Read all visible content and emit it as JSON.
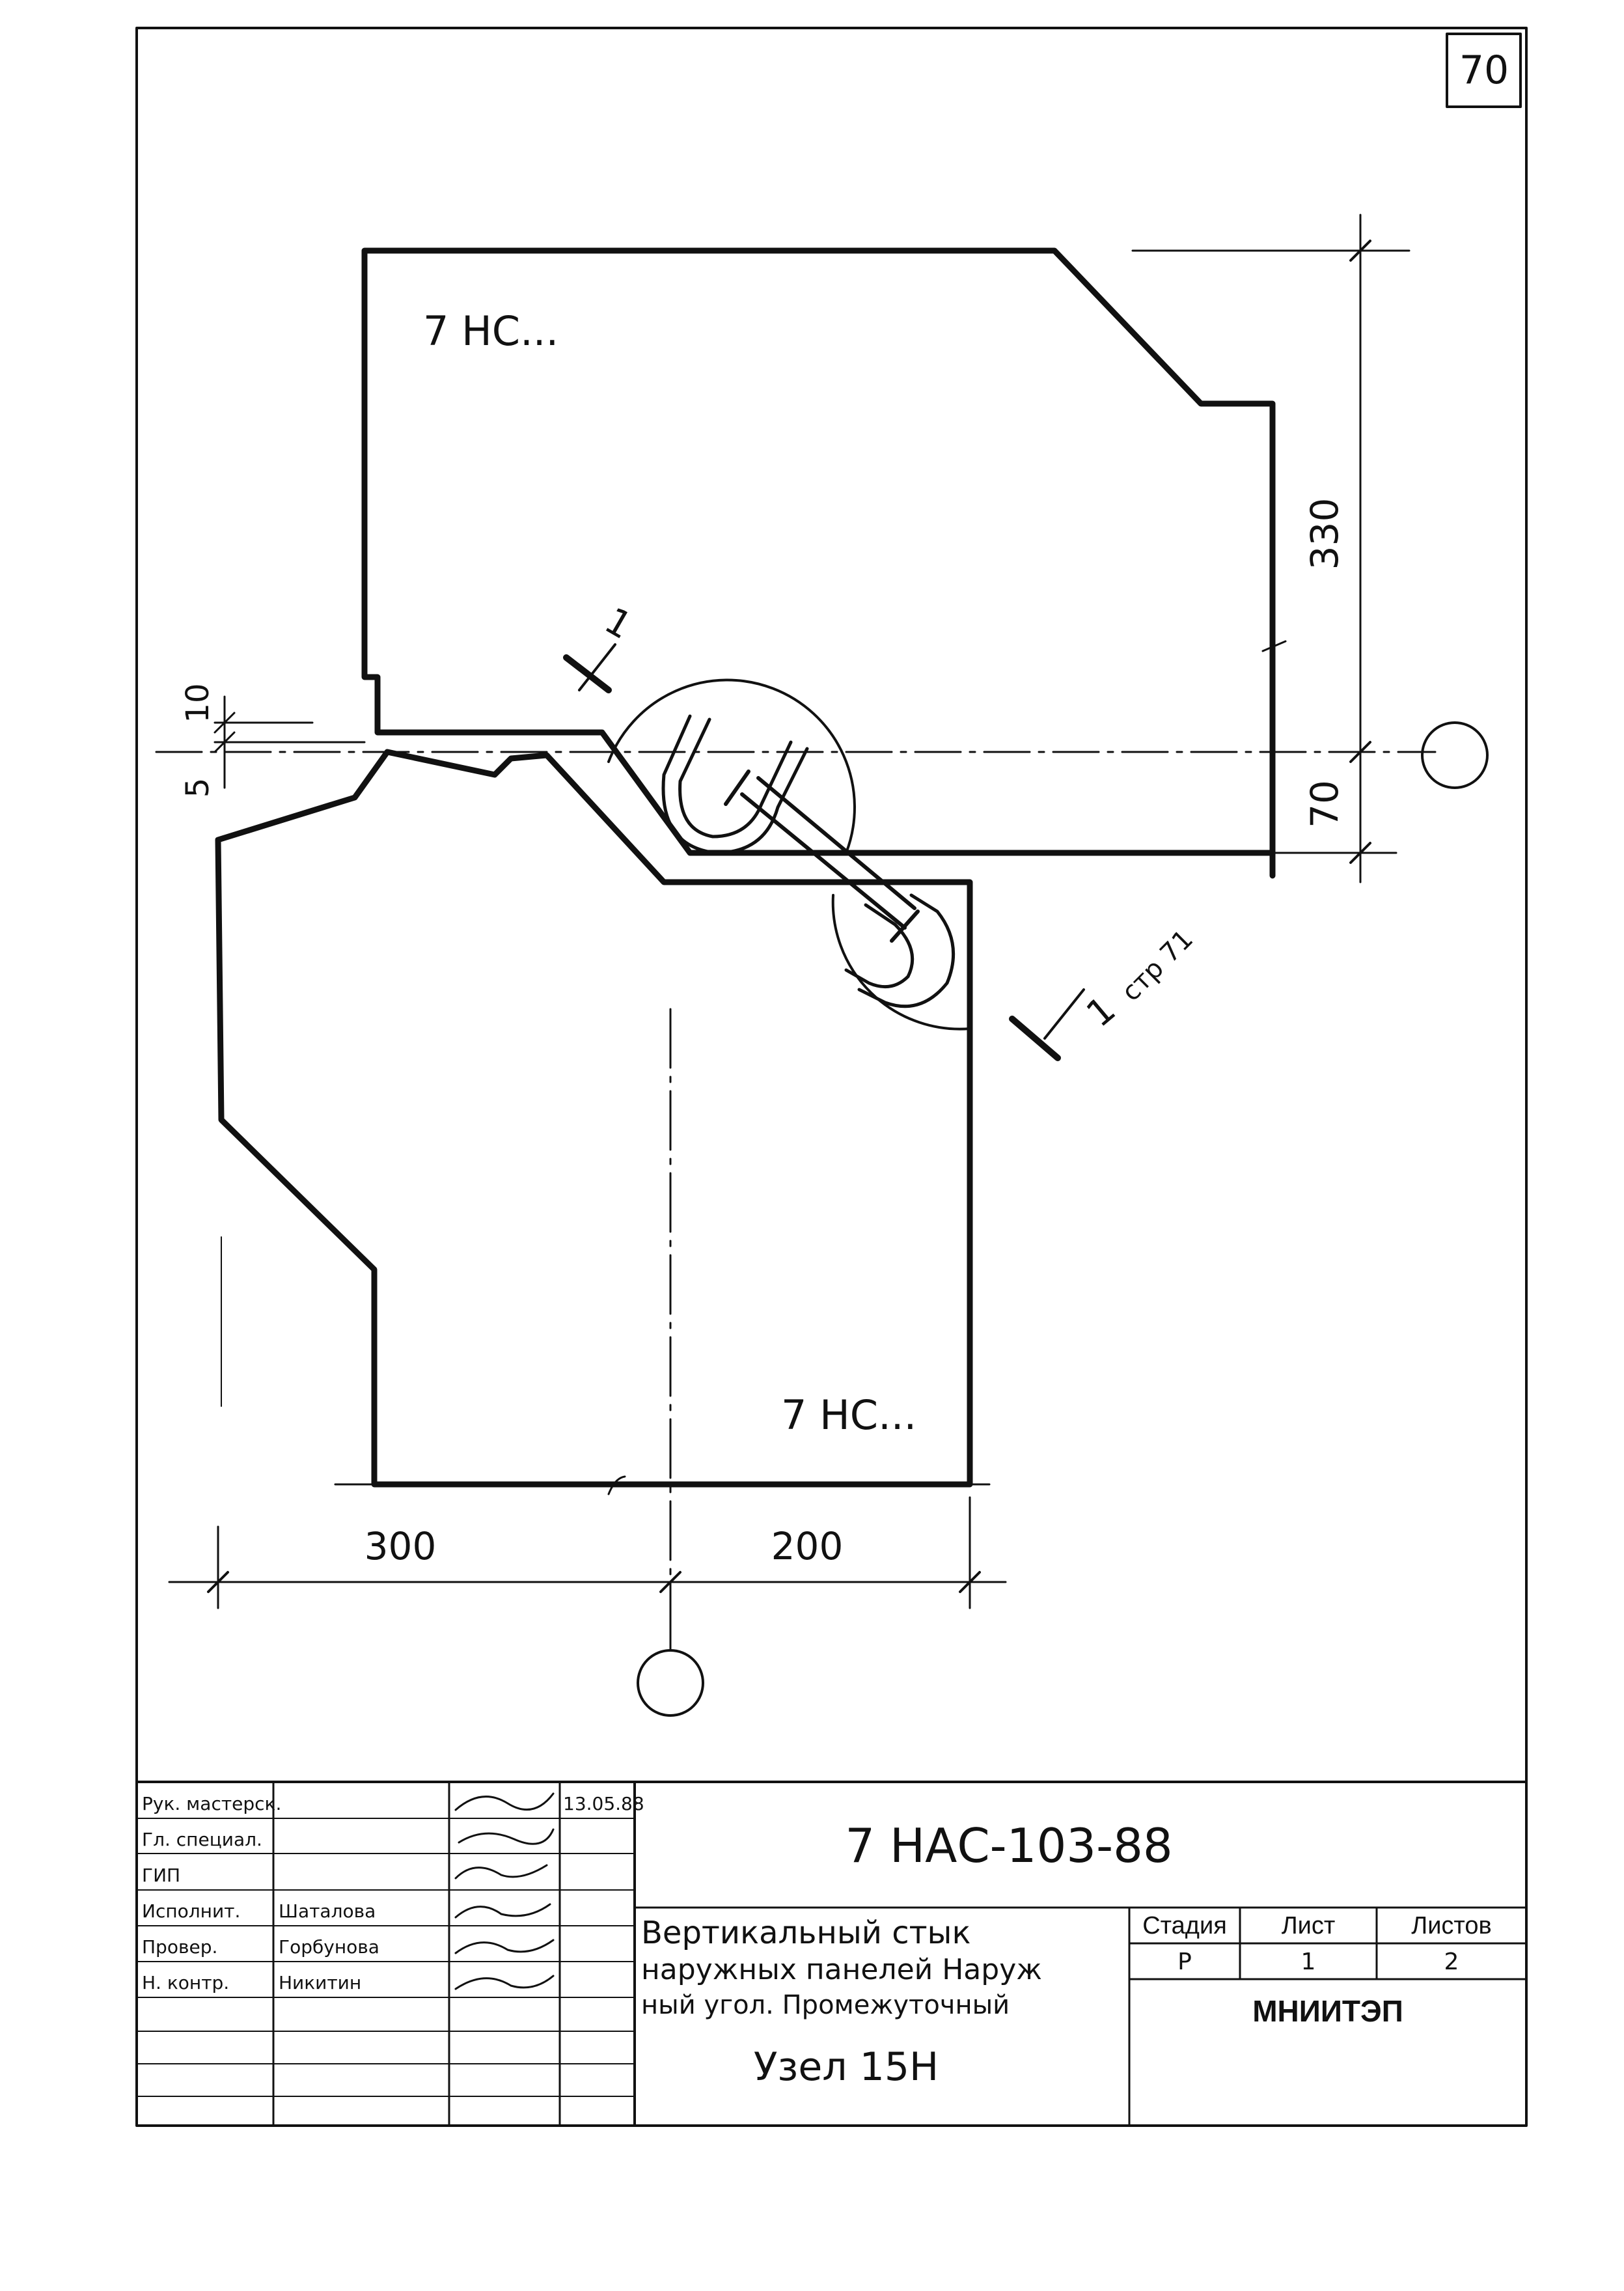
{
  "sheet_corner_number": "70",
  "panels": {
    "upper_label": "7 НС...",
    "lower_label": "7 НС..."
  },
  "dimensions": {
    "vertical_330": "330",
    "vertical_70": "70",
    "left_10": "10",
    "left_5": "5",
    "bottom_300": "300",
    "bottom_200": "200"
  },
  "section_marks": {
    "upper_mark": "1",
    "lower_mark": "1",
    "lower_reference": "стр 71"
  },
  "title_block": {
    "document_code": "7 НАС-103-88",
    "title_line_1": "Вертикальный стык",
    "title_line_2": "наружных панелей Наруж",
    "title_line_3": "ный угол. Промежуточный",
    "node_label": "Узел 15Н",
    "date": "13.05.88",
    "roles": [
      "Рук. мастерск.",
      "Гл. специал.",
      "ГИП",
      "Исполнит.",
      "Провер.",
      "Н. контр."
    ],
    "names": [
      "",
      "",
      "",
      "Шаталова",
      "Горбунова",
      "Никитин"
    ],
    "stage_header": "Стадия",
    "sheet_header": "Лист",
    "sheets_header": "Листов",
    "stage_value": "Р",
    "sheet_value": "1",
    "sheets_value": "2",
    "organization": "МНИИТЭП"
  }
}
